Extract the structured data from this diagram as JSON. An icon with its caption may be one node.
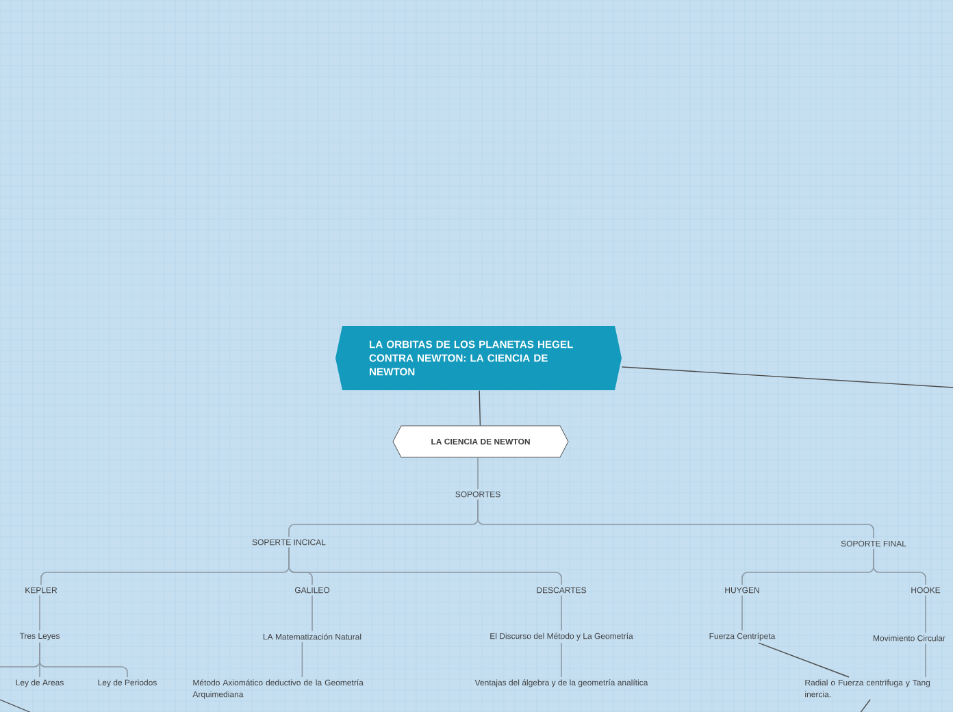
{
  "diagram": {
    "nodes": [
      {
        "text": [
          "LA ORBITAS DE LOS PLANETAS HEGEL CONTRA NEWTON: LA CIENCIA DE NEWTON"
        ]
      },
      {
        "text": [
          "LA CIENCIA DE NEWTON"
        ]
      },
      {
        "text": [
          "SOPORTES"
        ]
      },
      {
        "text": [
          "SOPERTE INCICAL"
        ]
      },
      {
        "text": [
          "SOPORTE FINAL"
        ]
      },
      {
        "text": [
          "KEPLER"
        ]
      },
      {
        "text": [
          "GALILEO"
        ]
      },
      {
        "text": [
          "DESCARTES"
        ]
      },
      {
        "text": [
          "HUYGEN"
        ]
      },
      {
        "text": [
          "HOOKE"
        ]
      },
      {
        "text": [
          "Tres Leyes"
        ]
      },
      {
        "text": [
          "LA Matematización Natural"
        ]
      },
      {
        "text": [
          "El Discurso del Método y La Geometría"
        ]
      },
      {
        "text": [
          "Fuerza Centrípeta"
        ]
      },
      {
        "text": [
          "Movimiento Circular"
        ]
      },
      {
        "text": [
          "Ley de Areas"
        ]
      },
      {
        "text": [
          "Ley de Periodos"
        ]
      },
      {
        "text": [
          "Método Axiomático deductivo de la Geometría Arquimediana"
        ]
      },
      {
        "text": [
          "Ventajas del álgebra y de la geometría analítica"
        ]
      },
      {
        "text": [
          "Radial o Fuerza centrífuga y Tang inercia."
        ]
      }
    ],
    "edges": [
      {
        "from": 0,
        "to": 1,
        "arrow": "none",
        "color": "#4a4a4a"
      },
      {
        "from": 0,
        "to": null,
        "arrow": "none",
        "color": "#4a4a4a"
      },
      {
        "from": 1,
        "to": 2,
        "arrow": "none"
      },
      {
        "from": 2,
        "to": 3,
        "arrow": "none"
      },
      {
        "from": 2,
        "to": 4,
        "arrow": "none"
      },
      {
        "from": 3,
        "to": 5,
        "arrow": "none"
      },
      {
        "from": 3,
        "to": 6,
        "arrow": "none"
      },
      {
        "from": 3,
        "to": 7,
        "arrow": "none"
      },
      {
        "from": 4,
        "to": 8,
        "arrow": "none"
      },
      {
        "from": 4,
        "to": 9,
        "arrow": "none"
      },
      {
        "from": 5,
        "to": 10,
        "arrow": "none"
      },
      {
        "from": 6,
        "to": 11,
        "arrow": "none"
      },
      {
        "from": 7,
        "to": 12,
        "arrow": "none"
      },
      {
        "from": 8,
        "to": 13,
        "arrow": "none"
      },
      {
        "from": 9,
        "to": 14,
        "arrow": "none"
      },
      {
        "from": 10,
        "to": 15,
        "arrow": "none"
      },
      {
        "from": 10,
        "to": 16,
        "arrow": "none"
      },
      {
        "from": 10,
        "to": null,
        "arrow": "none"
      },
      {
        "from": 11,
        "to": 17,
        "arrow": "none"
      },
      {
        "from": 12,
        "to": 18,
        "arrow": "none"
      },
      {
        "from": 13,
        "to": 19,
        "arrow": "none",
        "color": "#4a4a4a"
      },
      {
        "from": 14,
        "to": 19,
        "arrow": "none"
      },
      {
        "from": 19,
        "to": null,
        "arrow": "none",
        "color": "#4a4a4a"
      }
    ]
  }
}
